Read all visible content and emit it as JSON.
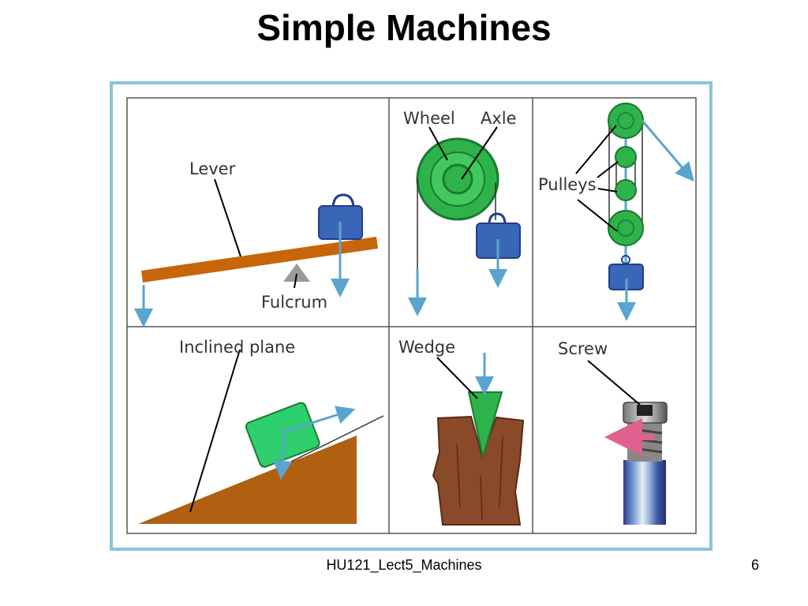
{
  "title": "Simple Machines",
  "footer": "HU121_Lect5_Machines",
  "page_number": "6",
  "labels": {
    "lever": "Lever",
    "fulcrum": "Fulcrum",
    "wheel": "Wheel",
    "axle": "Axle",
    "pulleys": "Pulleys",
    "inclined_plane": "Inclined plane",
    "wedge": "Wedge",
    "screw": "Screw"
  },
  "colors": {
    "frame": "#8cc3d8",
    "wood": "#c8650a",
    "ramp": "#b06010",
    "green": "#2db34a",
    "blue": "#3a66b8",
    "arrow": "#5aa5cf",
    "trunk": "#8a4a2a"
  }
}
